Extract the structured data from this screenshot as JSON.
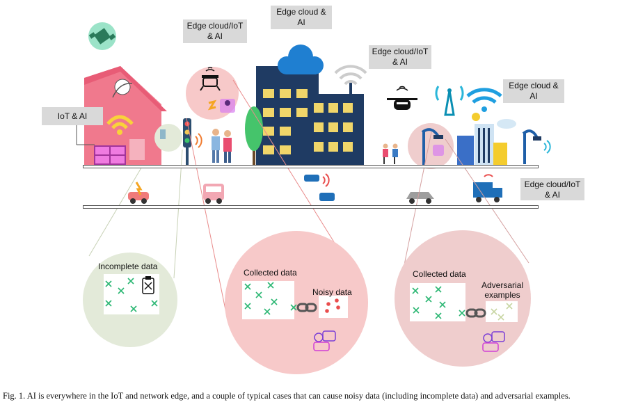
{
  "labels": {
    "iot_ai": "IoT & AI",
    "edge_cloud_iot_ai_drone": "Edge cloud/IoT & AI",
    "edge_cloud_ai_top": "Edge cloud & AI",
    "edge_cloud_iot_ai_right_drone": "Edge cloud/IoT & AI",
    "edge_cloud_ai_right": "Edge cloud & AI",
    "edge_cloud_iot_ai_truck": "Edge cloud/IoT & AI"
  },
  "bubbles": {
    "incomplete": {
      "title": "Incomplete data"
    },
    "noisy": {
      "collected": "Collected data",
      "noisy": "Noisy data"
    },
    "adversarial": {
      "collected": "Collected data",
      "adversarial": "Adversarial examples"
    }
  },
  "caption": "Fig. 1.   AI is everywhere in the IoT and network edge, and a couple of typical cases that can cause noisy data (including incomplete data) and adversarial examples.",
  "colors": {
    "green_bubble": "#e3ead9",
    "pink_bubble": "#f7c9c9",
    "pink_bubble_right": "#efcdcd",
    "cross": "#2bb673",
    "building_dark": "#1f3b63",
    "window": "#f0d66a",
    "cloud": "#1f7fd1",
    "house": "#f0798d"
  }
}
